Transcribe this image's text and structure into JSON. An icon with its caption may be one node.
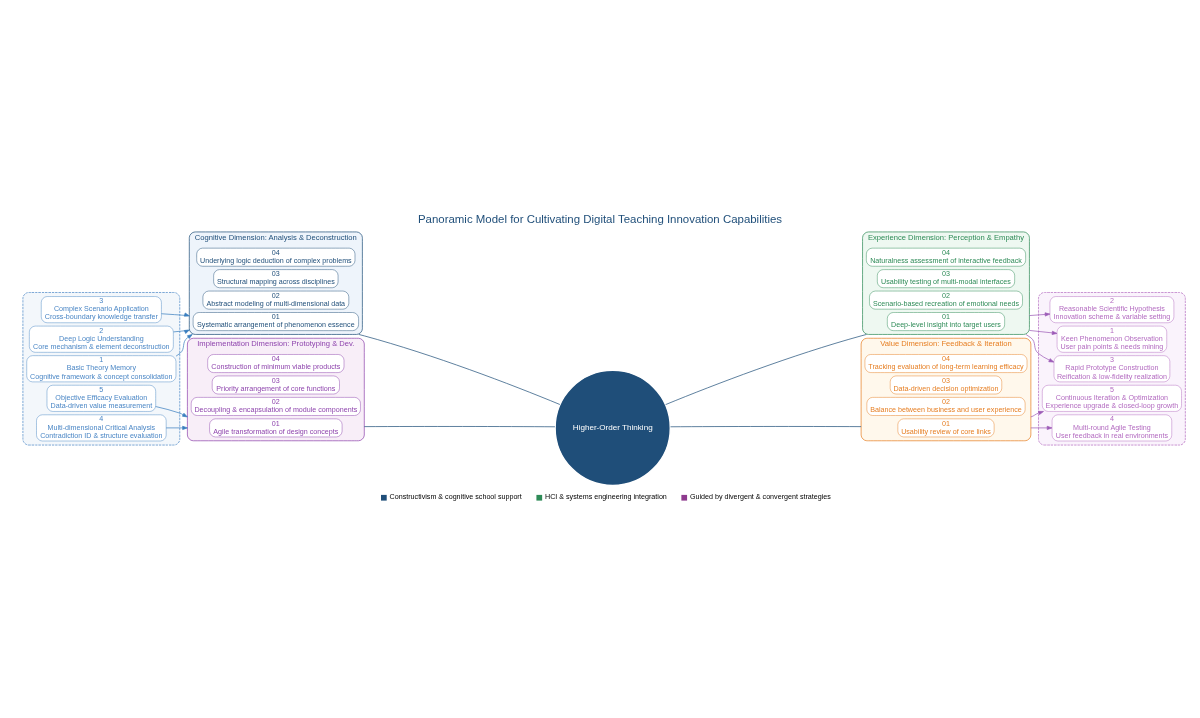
{
  "diagram": {
    "title": "Panoramic Model for Cultivating Digital Teaching Innovation Capabilities",
    "nodes": [
      {
        "text": [],
        "shape": "box"
      },
      {
        "text": [
          "1",
          "Basic Theory Memory",
          "Cognitive framework & concept consolidation"
        ],
        "in": 0
      },
      {
        "text": [
          "2",
          "Deep Logic Understanding",
          "Core mechanism & element deconstruction"
        ],
        "in": 0
      },
      {
        "text": [
          "3",
          "Complex Scenario Application",
          "Cross-boundary knowledge transfer"
        ],
        "in": 0
      },
      {
        "text": [
          "4",
          "Multi-dimensional Critical Analysis",
          "Contradiction ID & structure evaluation"
        ],
        "in": 0
      },
      {
        "text": [
          "5",
          "Objective Efficacy Evaluation",
          "Data-driven value measurement"
        ],
        "in": 0
      },
      {
        "text": [
          "Cognitive Dimension: Analysis & Deconstruction"
        ]
      },
      {
        "text": [
          "01",
          "Systematic arrangement of phenomenon essence"
        ],
        "in": 6
      },
      {
        "text": [
          "02",
          "Abstract modeling of multi-dimensional data"
        ],
        "in": 6
      },
      {
        "text": [
          "03",
          "Structural mapping across disciplines"
        ],
        "in": 6
      },
      {
        "text": [
          "04",
          "Underlying logic deduction of complex problems"
        ],
        "in": 6
      },
      {
        "text": [
          "Experience Dimension: Perception & Empathy"
        ]
      },
      {
        "text": [
          "01",
          "Deep-level insight into target users"
        ],
        "in": 11
      },
      {
        "text": [
          "02",
          "Scenario-based recreation of emotional needs"
        ],
        "in": 11
      },
      {
        "text": [
          "03",
          "Usability testing of multi-modal interfaces"
        ],
        "in": 11
      },
      {
        "text": [
          "04",
          "Naturalness assessment of interactive feedback"
        ],
        "in": 11
      },
      {
        "text": [
          "Implementation Dimension: Prototyping & Dev."
        ]
      },
      {
        "text": [
          "01",
          "Agile transformation of design concepts"
        ],
        "in": 16
      },
      {
        "text": [
          "02",
          "Decoupling & encapsulation of module components"
        ],
        "in": 16
      },
      {
        "text": [
          "03",
          "Priority arrangement of core functions"
        ],
        "in": 16
      },
      {
        "text": [
          "04",
          "Construction of minimum viable products"
        ],
        "in": 16
      },
      {
        "text": [
          "Value Dimension: Feedback & Iteration"
        ]
      },
      {
        "text": [
          "01",
          "Usability review of core links"
        ],
        "in": 21
      },
      {
        "text": [
          "02",
          "Balance between business and user experience"
        ],
        "in": 21
      },
      {
        "text": [
          "03",
          "Data-driven decision optimization"
        ],
        "in": 21
      },
      {
        "text": [
          "04",
          "Tracking evaluation of long-term learning efficacy"
        ],
        "in": 21
      },
      {
        "text": [],
        "shape": "box"
      },
      {
        "text": [
          "1",
          "Keen Phenomenon Observation",
          "User pain points & needs mining"
        ],
        "in": 26
      },
      {
        "text": [
          "2",
          "Reasonable Scientific Hypothesis",
          "Innovation scheme & variable setting"
        ],
        "in": 26
      },
      {
        "text": [
          "3",
          "Rapid Prototype Construction",
          "Reification & low-fidelity realization"
        ],
        "in": 26
      },
      {
        "text": [
          "4",
          "Multi-round Agile Testing",
          "User feedback in real environments"
        ],
        "in": 26
      },
      {
        "text": [
          "5",
          "Continuous Iteration & Optimization",
          "Experience upgrade & closed-loop growth"
        ],
        "in": 26
      },
      {
        "text": [
          "Higher-Order Thinking"
        ]
      }
    ],
    "edges": [
      {
        "from": 1,
        "to": 6,
        "arrow": "to",
        "color": "#3a7ebf"
      },
      {
        "from": 2,
        "to": 6,
        "arrow": "to",
        "color": "#3a7ebf"
      },
      {
        "from": 3,
        "to": 6,
        "arrow": "to",
        "color": "#3a7ebf"
      },
      {
        "from": 4,
        "to": 16,
        "arrow": "to",
        "color": "#3a7ebf"
      },
      {
        "from": 5,
        "to": 16,
        "arrow": "to",
        "color": "#3a7ebf"
      },
      {
        "from": 11,
        "to": 27,
        "arrow": "to",
        "color": "#9b59b6"
      },
      {
        "from": 11,
        "to": 28,
        "arrow": "to",
        "color": "#9b59b6"
      },
      {
        "from": 11,
        "to": 29,
        "arrow": "to",
        "color": "#9b59b6"
      },
      {
        "from": 21,
        "to": 30,
        "arrow": "to",
        "color": "#9b59b6"
      },
      {
        "from": 21,
        "to": 31,
        "arrow": "to",
        "color": "#9b59b6"
      },
      {
        "from": 32,
        "to": 6,
        "arrow": "none",
        "color": "#1f4e79"
      },
      {
        "from": 32,
        "to": 11,
        "arrow": "none",
        "color": "#1f4e79"
      },
      {
        "from": 32,
        "to": 16,
        "arrow": "none",
        "color": "#1f4e79"
      },
      {
        "from": 32,
        "to": 21,
        "arrow": "none",
        "color": "#1f4e79"
      }
    ],
    "legend": [
      {
        "text": "Constructivism & cognitive school support",
        "color": "#1f4e79"
      },
      {
        "text": "HCI & systems engineering integration",
        "color": "#2e8b57"
      },
      {
        "text": "Guided by divergent & convergent strategies",
        "color": "#8e3a8e"
      }
    ]
  }
}
